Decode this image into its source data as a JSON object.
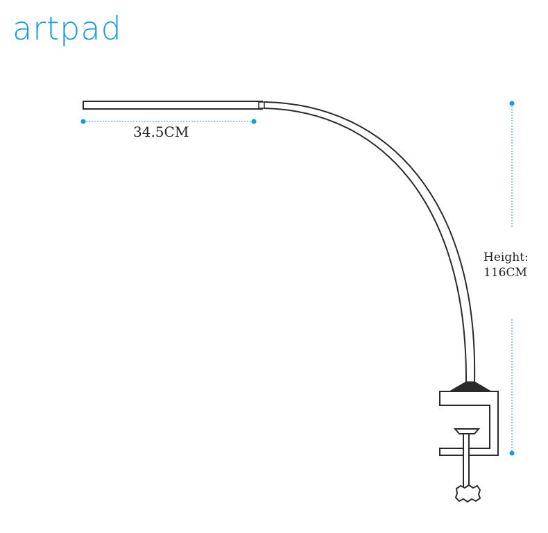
{
  "brand": {
    "name": "artpad",
    "color": "#1a9ad6"
  },
  "dimensions": {
    "width_label": "34.5CM",
    "height_label_line1": "Height:",
    "height_label_line2": "116CM"
  },
  "colors": {
    "outline": "#2a2a2a",
    "accent": "#1a9ad6",
    "dimension_line": "#1a9ad6"
  }
}
